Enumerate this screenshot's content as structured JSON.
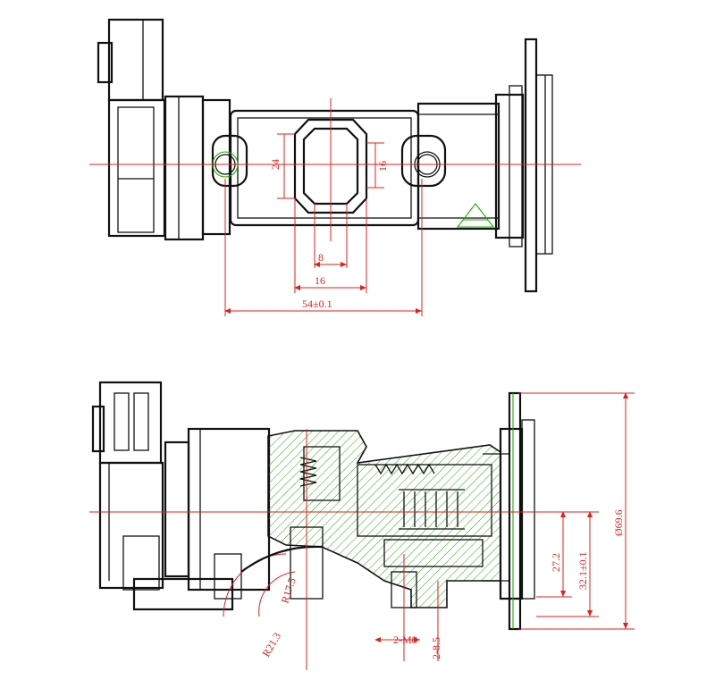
{
  "colors": {
    "outline": "#111111",
    "dimension": "#e0201a",
    "hatch": "#18b000",
    "background": "#ffffff"
  },
  "top_view": {
    "dims": {
      "height_24": "24",
      "height_16": "16",
      "width_8": "8",
      "width_16": "16",
      "width_54": "54±0.1"
    }
  },
  "section_view": {
    "dims": {
      "dia_69_6": "Ø69.6",
      "dim_27_2": "27.2",
      "dim_32_1": "32.1±0.1",
      "radius_17_5": "R17.5",
      "radius_21_3": "R21.3",
      "thread_m8": "2-M8",
      "hole_8_5": "2-8.5"
    }
  }
}
